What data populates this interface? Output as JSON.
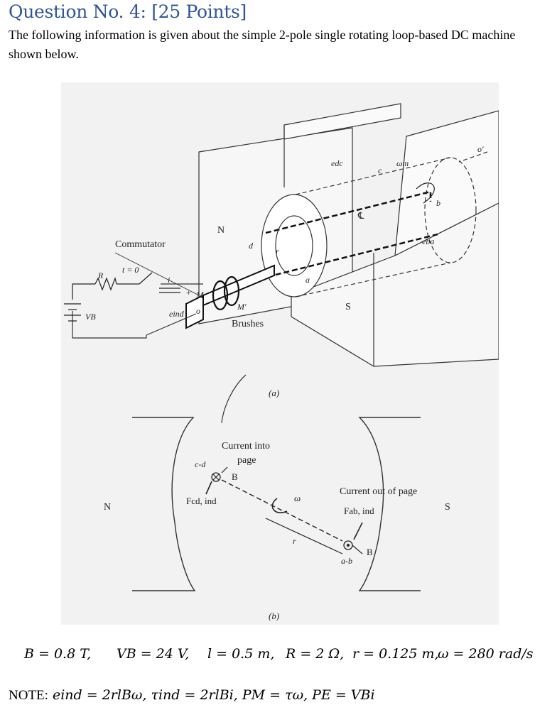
{
  "title": "Question No. 4: [25 Points]",
  "description": "The following information is given about the simple 2-pole single rotating loop-based DC machine shown below.",
  "figure_a": {
    "caption": "(a)",
    "labels": {
      "north": "N",
      "south": "S",
      "commutator": "Commutator",
      "switch_time": "t = 0",
      "resistor": "R",
      "battery": "VB",
      "current": "i",
      "plus": "+",
      "m_brush": "M",
      "m_prime": "M′",
      "o": "o",
      "o_prime": "o′",
      "eind": "eind",
      "brushes": "Brushes",
      "edc": "edc",
      "eba": "eba",
      "omega_m": "ωm",
      "centerline": "℄",
      "point_a": "a",
      "point_b": "b",
      "point_c": "c",
      "point_d": "d",
      "radius": "r"
    }
  },
  "figure_b": {
    "caption": "(b)",
    "labels": {
      "north": "N",
      "south": "S",
      "current_into": "Current into",
      "page": "page",
      "current_out": "Current out of page",
      "cd": "c-d",
      "ab": "a-b",
      "f_cd": "Fcd, ind",
      "f_ab": "Fab, ind",
      "b1": "B",
      "b2": "B",
      "omega": "ω",
      "radius": "r"
    }
  },
  "parameters": {
    "B": "B = 0.8 T,",
    "VB": "VB = 24 V,",
    "l": "l = 0.5 m,",
    "R": "R = 2 Ω,",
    "r": "r = 0.125 m,",
    "w": "ω = 280 rad/s"
  },
  "note": {
    "lead": "NOTE:",
    "formula": "eind = 2rlBω, τind = 2rlBi, PM = τω, PE = VBi"
  }
}
